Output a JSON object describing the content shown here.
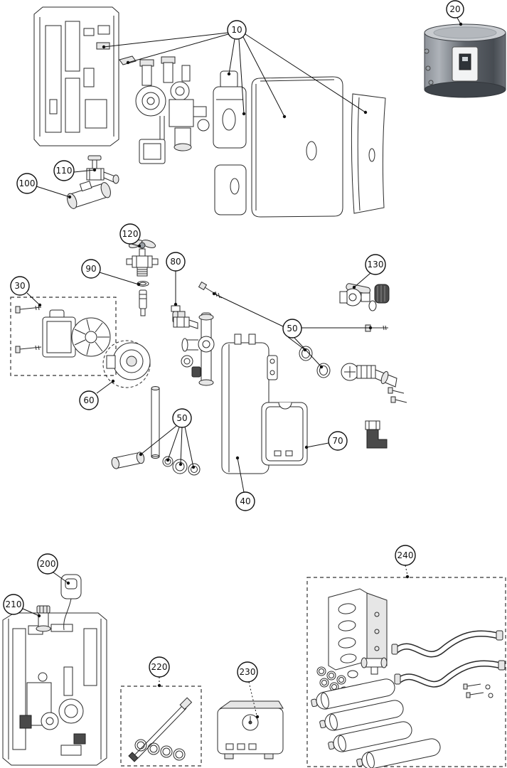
{
  "figure": {
    "type": "exploded-parts-diagram",
    "line_color": "#2a2a2a",
    "tank_color": "#5f646b",
    "callouts": [
      {
        "label": "10"
      },
      {
        "label": "20"
      },
      {
        "label": "110"
      },
      {
        "label": "100"
      },
      {
        "label": "120"
      },
      {
        "label": "90"
      },
      {
        "label": "80"
      },
      {
        "label": "30"
      },
      {
        "label": "130"
      },
      {
        "label": "50"
      },
      {
        "label": "60"
      },
      {
        "label": "50"
      },
      {
        "label": "70"
      },
      {
        "label": "40"
      },
      {
        "label": "200"
      },
      {
        "label": "210"
      },
      {
        "label": "220"
      },
      {
        "label": "230"
      },
      {
        "label": "240"
      }
    ]
  }
}
